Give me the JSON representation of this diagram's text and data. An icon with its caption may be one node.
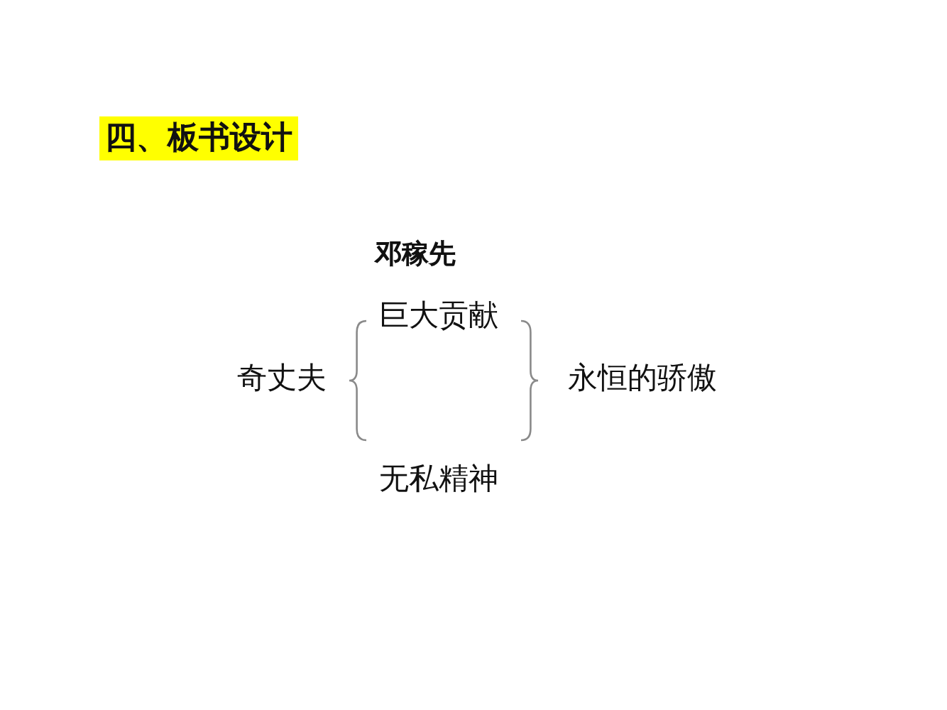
{
  "diagram": {
    "title": "四、板书设计",
    "labels": [
      "邓稼先",
      "巨大贡献",
      "奇丈夫",
      "永恒的骄傲",
      "无私精神"
    ]
  }
}
